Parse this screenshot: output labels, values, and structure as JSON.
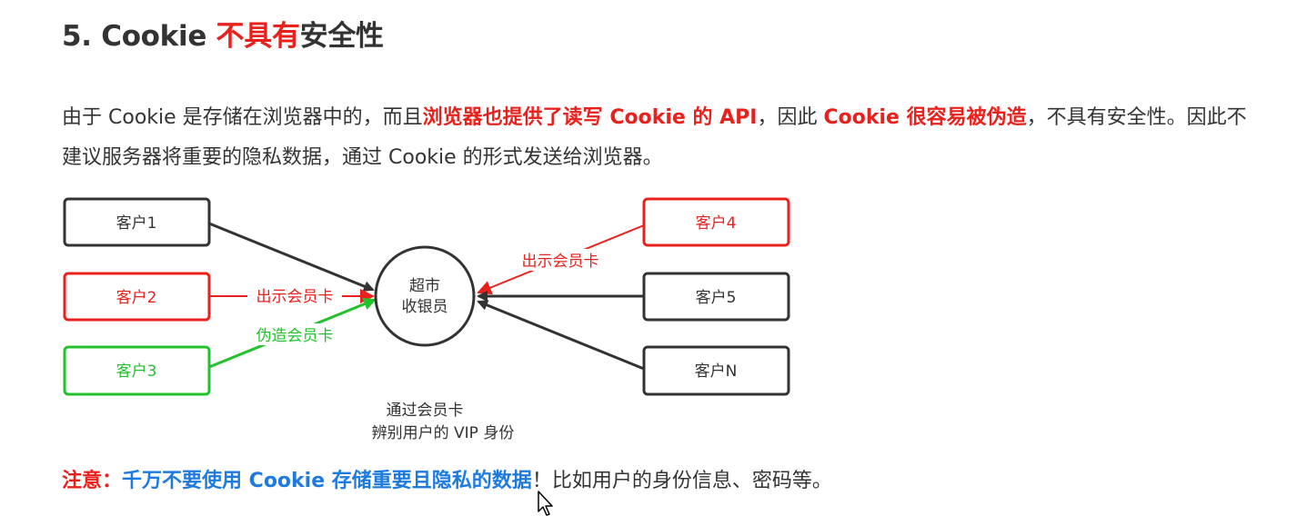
{
  "heading": {
    "prefix": "5. Cookie ",
    "emphasis": "不具有",
    "suffix": "安全性"
  },
  "paragraph": {
    "part1": "由于 Cookie 是存储在浏览器中的，而且",
    "bold1": "浏览器也提供了读写 Cookie 的 API",
    "part2": "，因此 ",
    "bold2": "Cookie 很容易被伪造",
    "part3": "，不具有安全性。因此不建议服务器将重要的隐私数据，通过 Cookie 的形式发送给浏览器。"
  },
  "diagram": {
    "customers_left": [
      "客户1",
      "客户2",
      "客户3"
    ],
    "customers_right": [
      "客户4",
      "客户5",
      "客户N"
    ],
    "center": [
      "超市",
      "收银员"
    ],
    "label_show_card_left": "出示会员卡",
    "label_fake_card": "伪造会员卡",
    "label_show_card_right": "出示会员卡",
    "caption": [
      "通过会员卡",
      "辨别用户的 VIP 身份"
    ],
    "colors": {
      "normal": "#333333",
      "red": "#e8211c",
      "green": "#22c22e"
    }
  },
  "note": {
    "label": "注意：",
    "emphasis": "千万不要使用 Cookie 存储重要且隐私的数据",
    "rest": "！比如用户的身份信息、密码等。"
  },
  "cursor_icon": "arrow-cursor-icon"
}
